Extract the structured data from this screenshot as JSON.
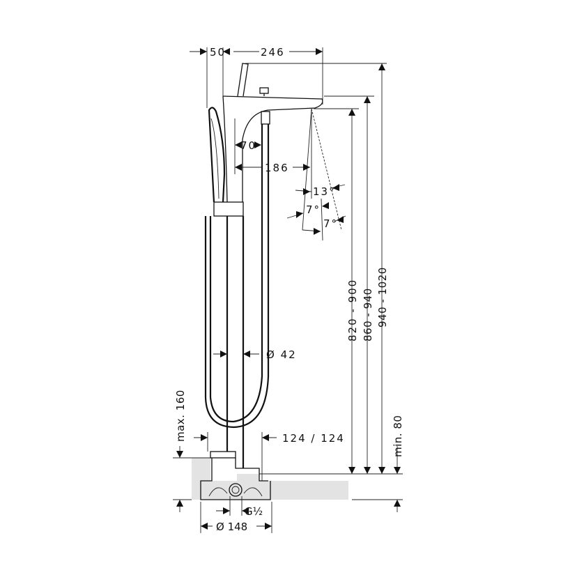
{
  "dimensions": {
    "offset_handshower": "50",
    "spout_reach": "246",
    "hose_offset": "70",
    "spray_reach": "186",
    "spray_angle": "13°",
    "spray_angle_a": "7°",
    "spray_angle_b": "7°",
    "column_diameter": "Ø 42",
    "spout_height": "820 - 900",
    "body_height": "860 - 940",
    "total_height": "940 - 1020",
    "min_depth": "min. 80",
    "max_depth": "max. 160",
    "base_width": "124 / 124",
    "connection": "G½",
    "base_diameter": "Ø 148"
  },
  "colors": {
    "line": "#111111",
    "floor": "#e3e3e3"
  }
}
